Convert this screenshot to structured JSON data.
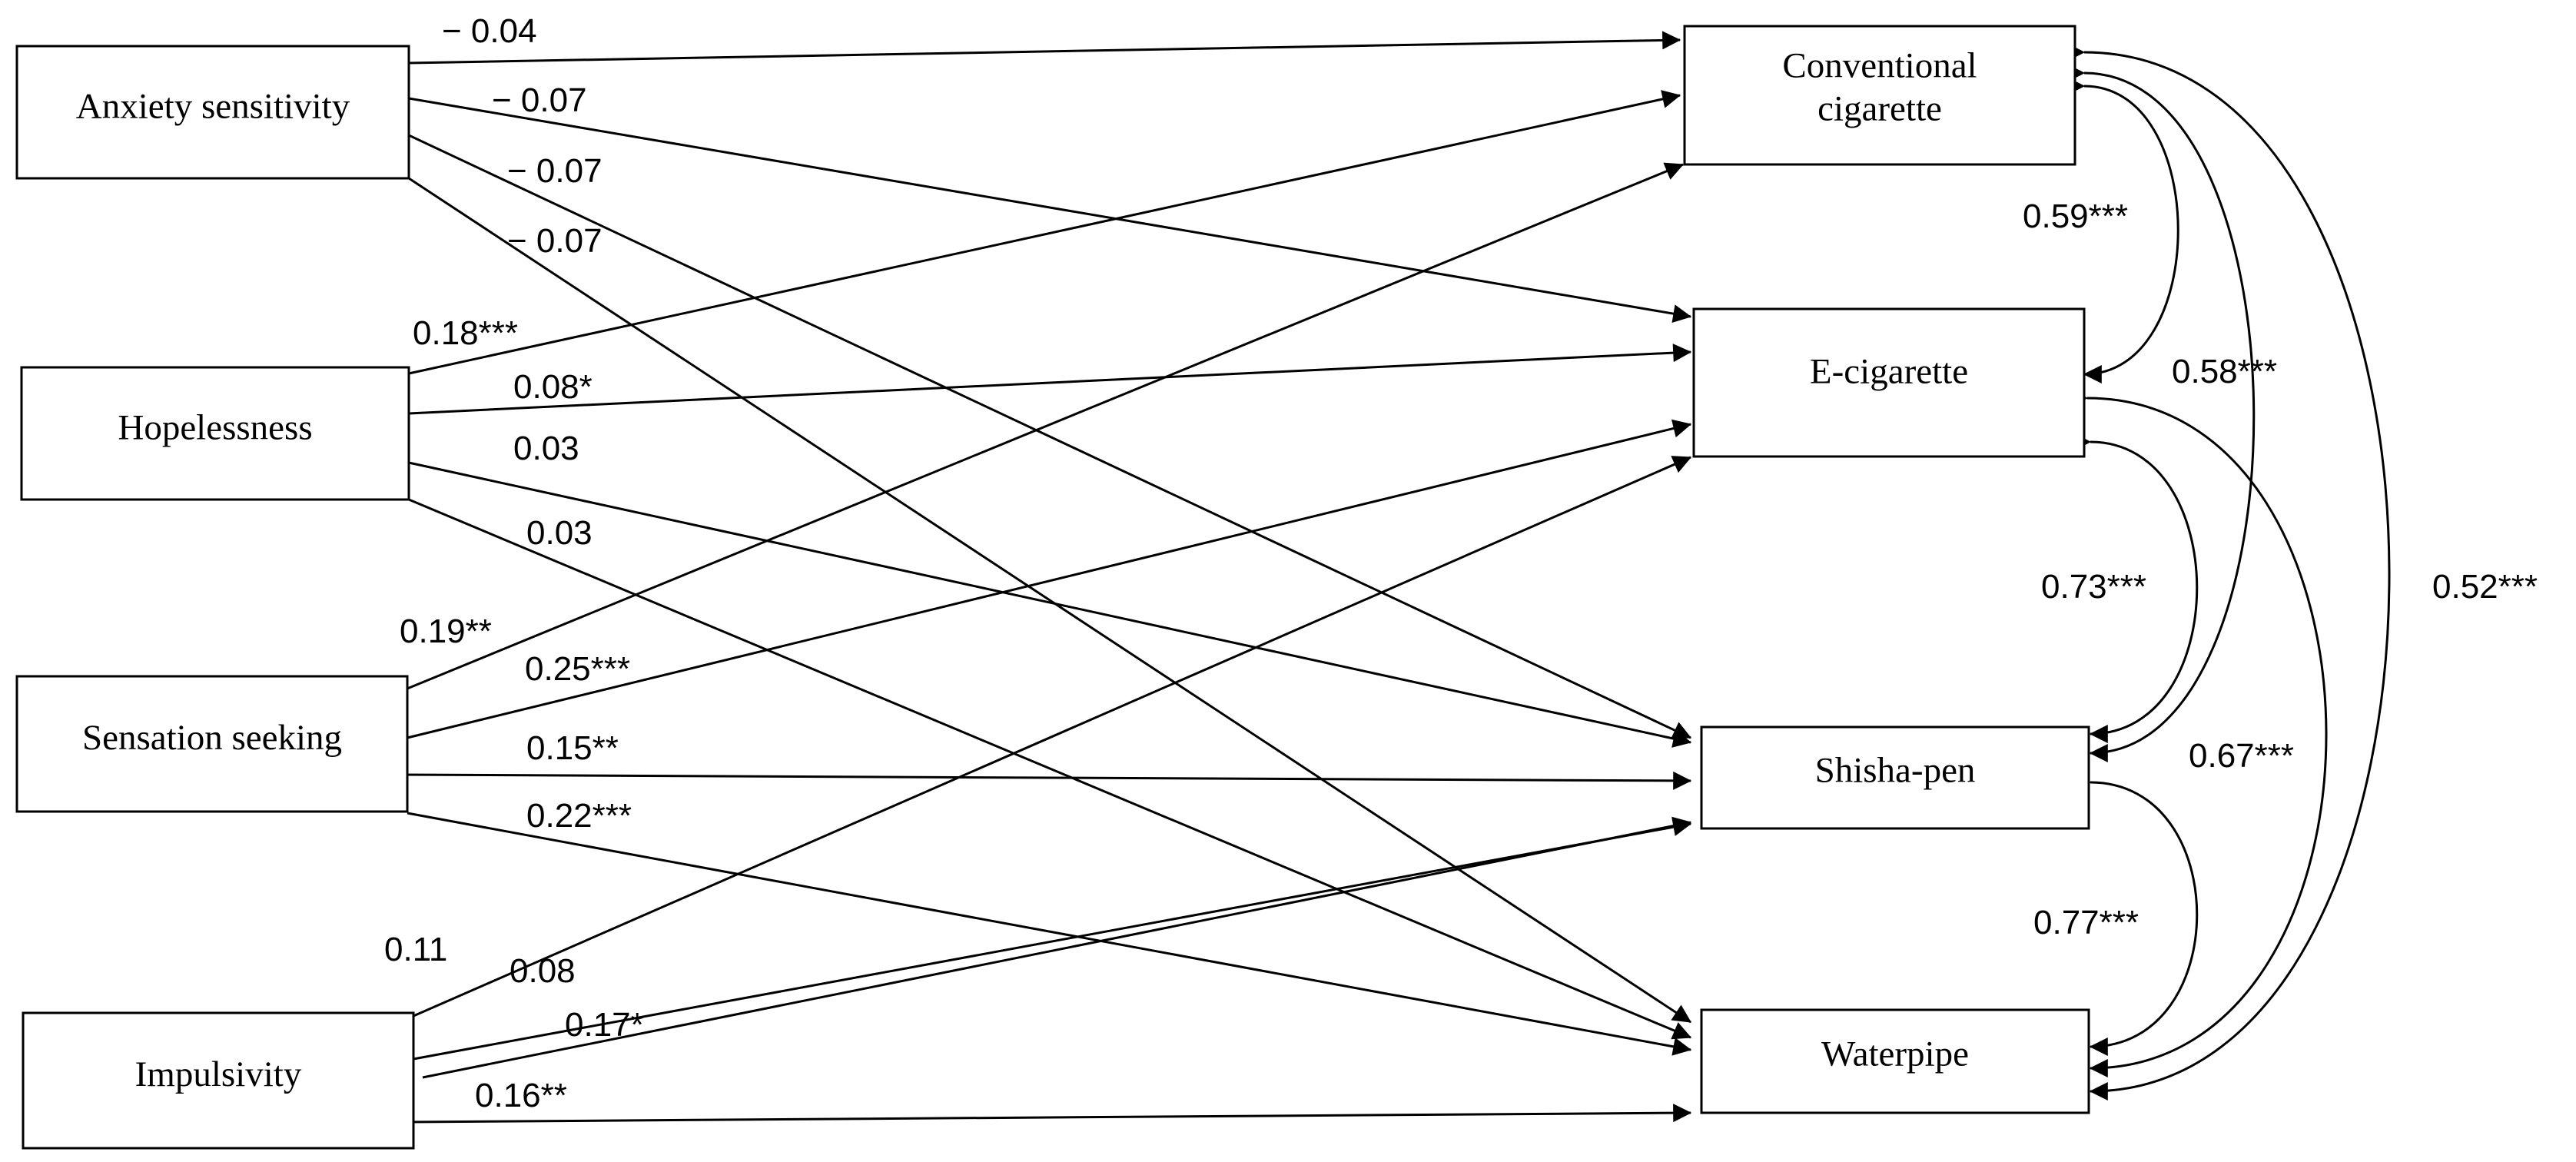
{
  "predictors": [
    {
      "id": "as",
      "name": "predictor-anxiety-sensitivity",
      "lines": [
        "Anxiety sensitivity"
      ]
    },
    {
      "id": "hp",
      "name": "predictor-hopelessness",
      "lines": [
        "Hopelessness"
      ]
    },
    {
      "id": "ss",
      "name": "predictor-sensation-seeking",
      "lines": [
        "Sensation seeking"
      ]
    },
    {
      "id": "im",
      "name": "predictor-impulsivity",
      "lines": [
        "Impulsivity"
      ]
    }
  ],
  "outcomes": [
    {
      "id": "cc",
      "name": "outcome-conventional-cigarette",
      "lines": [
        "Conventional",
        "cigarette"
      ]
    },
    {
      "id": "ec",
      "name": "outcome-e-cigarette",
      "lines": [
        "E-cigarette"
      ]
    },
    {
      "id": "sp",
      "name": "outcome-shisha-pen",
      "lines": [
        "Shisha-pen"
      ]
    },
    {
      "id": "wp",
      "name": "outcome-waterpipe",
      "lines": [
        "Waterpipe"
      ]
    }
  ],
  "paths": [
    {
      "from": "as",
      "to": "cc",
      "label": "− 0.04"
    },
    {
      "from": "as",
      "to": "ec",
      "label": "− 0.07"
    },
    {
      "from": "as",
      "to": "sp",
      "label": "− 0.07"
    },
    {
      "from": "as",
      "to": "wp",
      "label": "− 0.07"
    },
    {
      "from": "hp",
      "to": "cc",
      "label": "0.18***"
    },
    {
      "from": "hp",
      "to": "ec",
      "label": "0.08*"
    },
    {
      "from": "hp",
      "to": "sp",
      "label": "0.03"
    },
    {
      "from": "hp",
      "to": "wp",
      "label": "0.03"
    },
    {
      "from": "ss",
      "to": "cc",
      "label": "0.19**"
    },
    {
      "from": "ss",
      "to": "ec",
      "label": "0.25***"
    },
    {
      "from": "ss",
      "to": "sp",
      "label": "0.15**"
    },
    {
      "from": "ss",
      "to": "wp",
      "label": "0.22***"
    },
    {
      "from": "im",
      "to": "cc",
      "label": "0.11"
    },
    {
      "from": "im",
      "to": "ec",
      "label": "0.08"
    },
    {
      "from": "im",
      "to": "sp",
      "label": "0.17*"
    },
    {
      "from": "im",
      "to": "wp",
      "label": "0.16**"
    }
  ],
  "correlations": [
    {
      "between": [
        "cc",
        "ec"
      ],
      "label": "0.59***"
    },
    {
      "between": [
        "ec",
        "sp"
      ],
      "label": "0.73***"
    },
    {
      "between": [
        "sp",
        "wp"
      ],
      "label": "0.77***"
    },
    {
      "between": [
        "cc",
        "sp"
      ],
      "label": "0.58***"
    },
    {
      "between": [
        "ec",
        "wp"
      ],
      "label": "0.67***"
    },
    {
      "between": [
        "cc",
        "wp"
      ],
      "label": "0.52***"
    }
  ]
}
